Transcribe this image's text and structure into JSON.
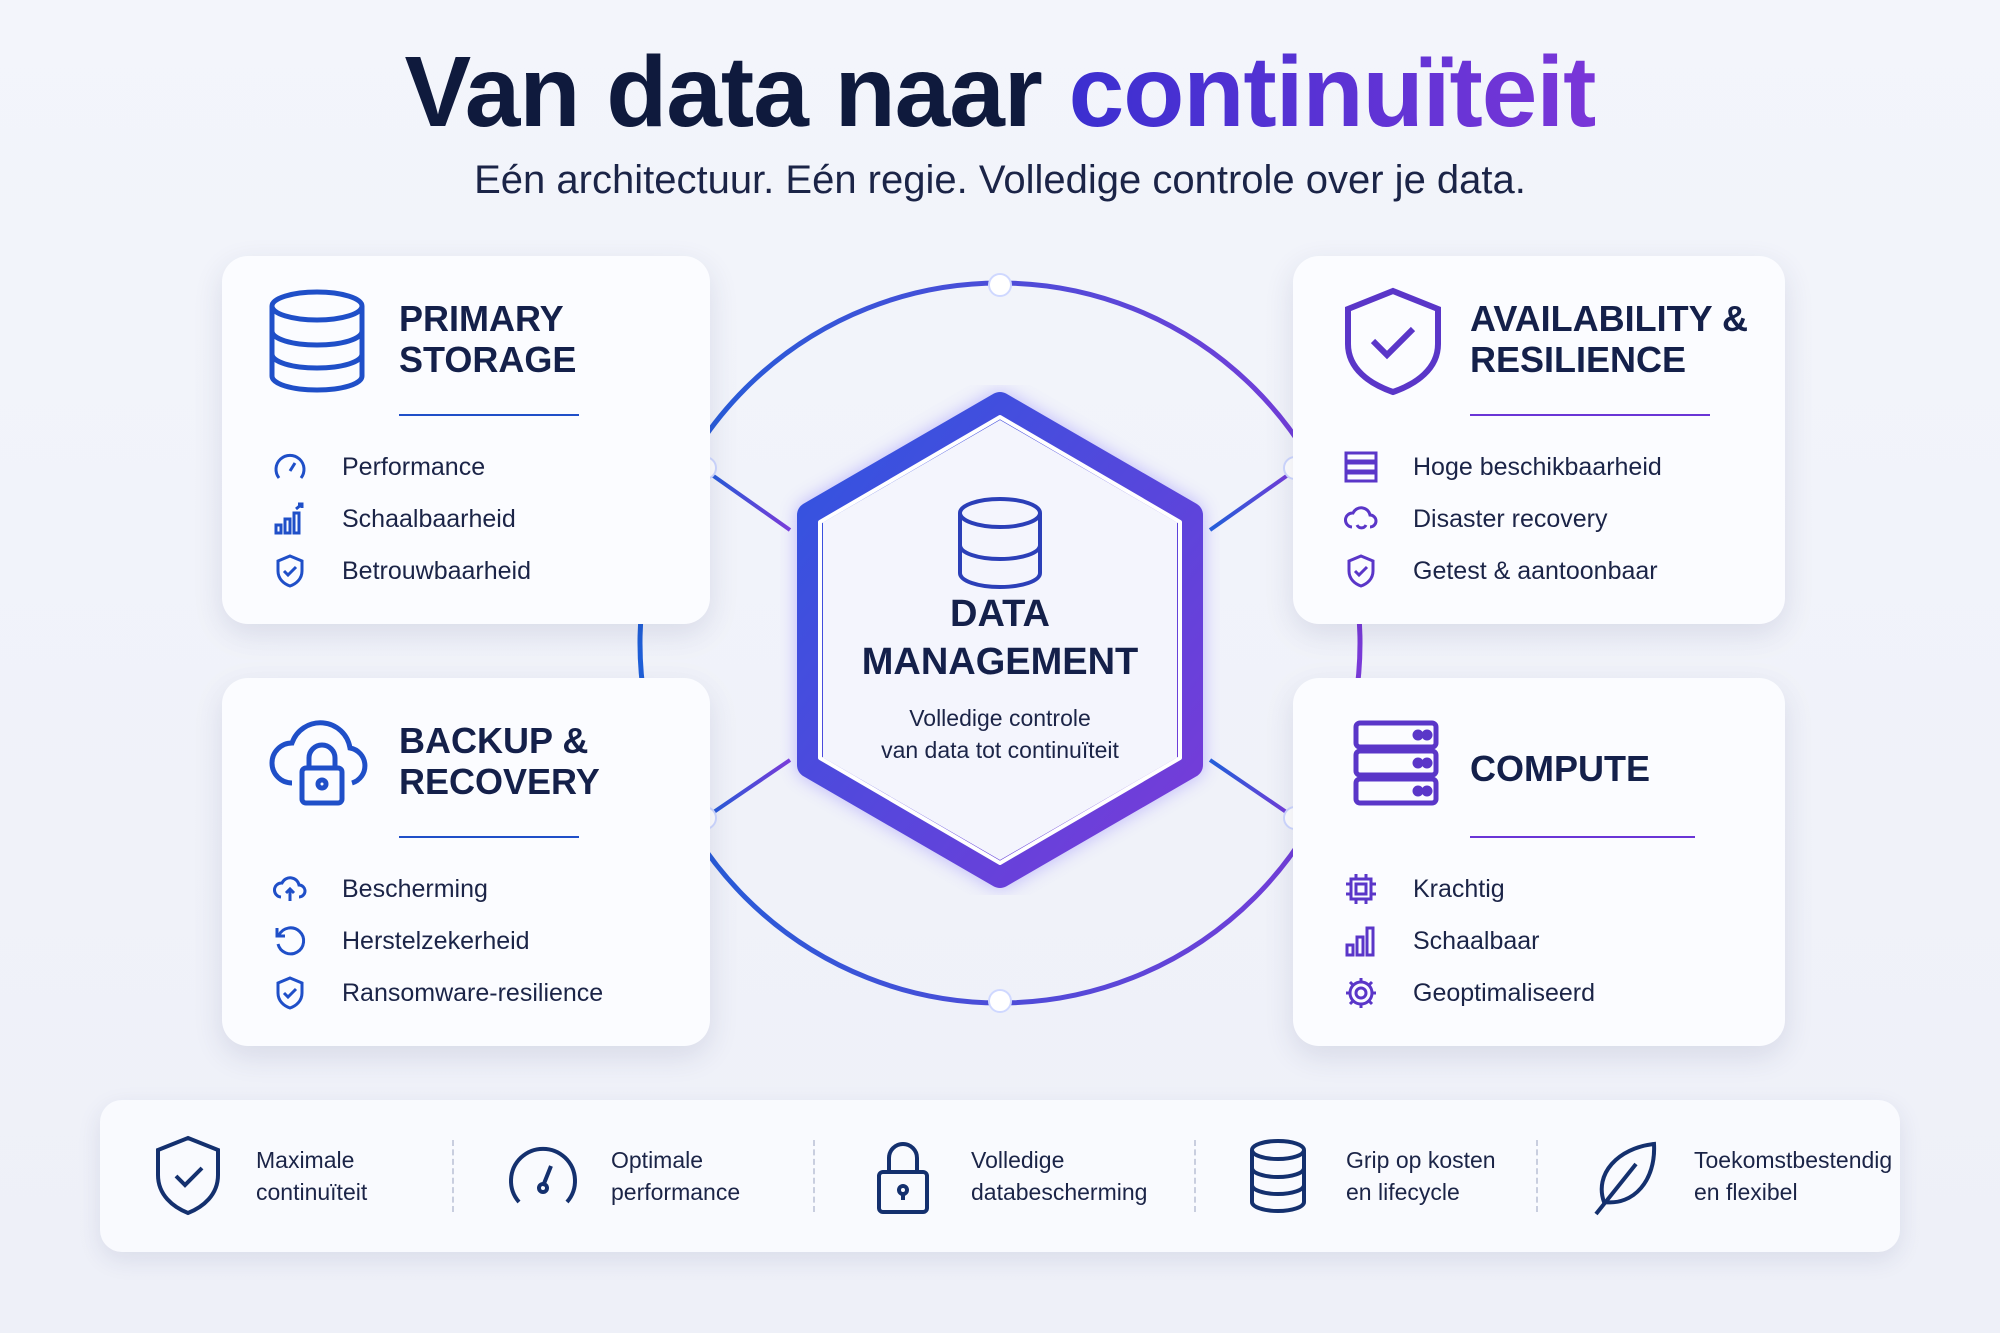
{
  "header": {
    "title_part1": "Van data naar",
    "title_part2": "continuïteit",
    "subtitle": "Eén architectuur. Eén regie. Volledige controle over je data."
  },
  "colors": {
    "blue": "#1f4fc8",
    "purple": "#6a35d6",
    "navy": "#14204a"
  },
  "center": {
    "title_line1": "DATA",
    "title_line2": "MANAGEMENT",
    "subtitle_line1": "Volledige controle",
    "subtitle_line2": "van data tot continuïteit",
    "icon": "database-icon"
  },
  "cards": [
    {
      "title_line1": "PRIMARY",
      "title_line2": "STORAGE",
      "icon": "database-icon",
      "items": [
        {
          "label": "Performance",
          "icon": "gauge-icon"
        },
        {
          "label": "Schaalbaarheid",
          "icon": "chart-up-icon"
        },
        {
          "label": "Betrouwbaarheid",
          "icon": "shield-check-icon"
        }
      ]
    },
    {
      "title_line1": "AVAILABILITY &",
      "title_line2": "RESILIENCE",
      "icon": "shield-check-icon",
      "items": [
        {
          "label": "Hoge beschikbaarheid",
          "icon": "server-icon"
        },
        {
          "label": "Disaster recovery",
          "icon": "cloud-sync-icon"
        },
        {
          "label": "Getest & aantoonbaar",
          "icon": "shield-check-icon"
        }
      ]
    },
    {
      "title_line1": "BACKUP &",
      "title_line2": "RECOVERY",
      "icon": "cloud-lock-icon",
      "items": [
        {
          "label": "Bescherming",
          "icon": "cloud-upload-icon"
        },
        {
          "label": "Herstelzekerheid",
          "icon": "restore-icon"
        },
        {
          "label": "Ransomware-resilience",
          "icon": "shield-check-icon"
        }
      ]
    },
    {
      "title_line1": "COMPUTE",
      "title_line2": "",
      "icon": "server-stack-icon",
      "items": [
        {
          "label": "Krachtig",
          "icon": "cpu-icon"
        },
        {
          "label": "Schaalbaar",
          "icon": "bar-chart-icon"
        },
        {
          "label": "Geoptimaliseerd",
          "icon": "gear-icon"
        }
      ]
    }
  ],
  "benefits": [
    {
      "label": "Maximale\ncontinuïteit",
      "icon": "shield-check-icon"
    },
    {
      "label": "Optimale\nperformance",
      "icon": "gauge-icon"
    },
    {
      "label": "Volledige\ndatabescherming",
      "icon": "lock-icon"
    },
    {
      "label": "Grip op kosten\nen lifecycle",
      "icon": "database-icon"
    },
    {
      "label": "Toekomstbestendig\nen flexibel",
      "icon": "leaf-icon"
    }
  ]
}
